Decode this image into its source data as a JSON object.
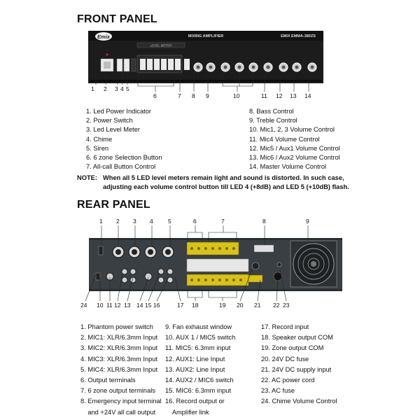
{
  "front_panel": {
    "heading": "FRONT PANEL",
    "device_title": "MIXING AMPLIFIER",
    "brand": "EMIX",
    "model": "EMIX  EMMA-380ZS",
    "logo_text": "Emix",
    "meter_label": "LEVEL METER",
    "callouts": [
      "1",
      "2",
      "3",
      "4",
      "5",
      "6",
      "7",
      "8",
      "9",
      "10",
      "11",
      "12",
      "13",
      "14"
    ],
    "legend_left": [
      "1. Led Power Indicator",
      "2. Power Switch",
      "3. Led Level Meter",
      "4. Chime",
      "5. Siren",
      "6. 6 zone Selection Button",
      "7. All-call Button Control"
    ],
    "legend_right": [
      "8. Bass Control",
      "9. Treble Control",
      "10. Mic1, 2, 3 Volume Control",
      "11. Mic4 Volume Control",
      "12. Mic5 / Aux1 Volume Control",
      "13. Mic6 / Aux2 Volume Control",
      "14. Master Volume Control"
    ],
    "note_label": "NOTE:",
    "note_line1": "When all 5 LED level meters remain light and sound is distorted. In such case,",
    "note_line2": "adjusting each volume control button till LED 4 (+8dB) and LED 5 (+10dB) flash."
  },
  "rear_panel": {
    "heading": "REAR PANEL",
    "top_callouts": [
      "1",
      "2",
      "3",
      "4",
      "5",
      "6",
      "7",
      "8",
      "9"
    ],
    "bottom_callouts": [
      "24",
      "10",
      "11",
      "12",
      "13",
      "14",
      "15",
      "16",
      "17",
      "18",
      "19",
      "20",
      "21",
      "22",
      "23"
    ],
    "legend_col1": [
      "1. Phantom power switch",
      "2. MIC1: XLR/6.3mm Input",
      "3. MIC2: XLR/6.3mm Input",
      "4. MIC3: XLR/6.3mm Input",
      "5. MIC4: XLR/6.3mm Input",
      "6. Output terminals",
      "7. 6 zone output terminals",
      "8. Emergency input terminal",
      "    and +24V all call output"
    ],
    "legend_col2": [
      "9. Fan exhaust window",
      "10. AUX 1 / MIC5 switch",
      "11. MIC5: 6.3mm input",
      "12. AUX1: Line Input",
      "13. AUX2: Line Input",
      "14. AUX2 / MIC6 switch",
      "15. MIC6: 6.3mm input",
      "16. Record output or",
      "    Amplifier link"
    ],
    "legend_col3": [
      "17. Record input",
      "18. Speaker output COM",
      "19. Zone output COM",
      "20. 24V DC fuse",
      "21. 24V DC supply input",
      "22. AC power cord",
      "23. AC fuse",
      "24. Chime Volume Control"
    ]
  },
  "colors": {
    "panel": "#1c1c1c",
    "rear_panel": "#3a3f43",
    "terminal": "#d8c21a",
    "led_red": "#d32020"
  }
}
